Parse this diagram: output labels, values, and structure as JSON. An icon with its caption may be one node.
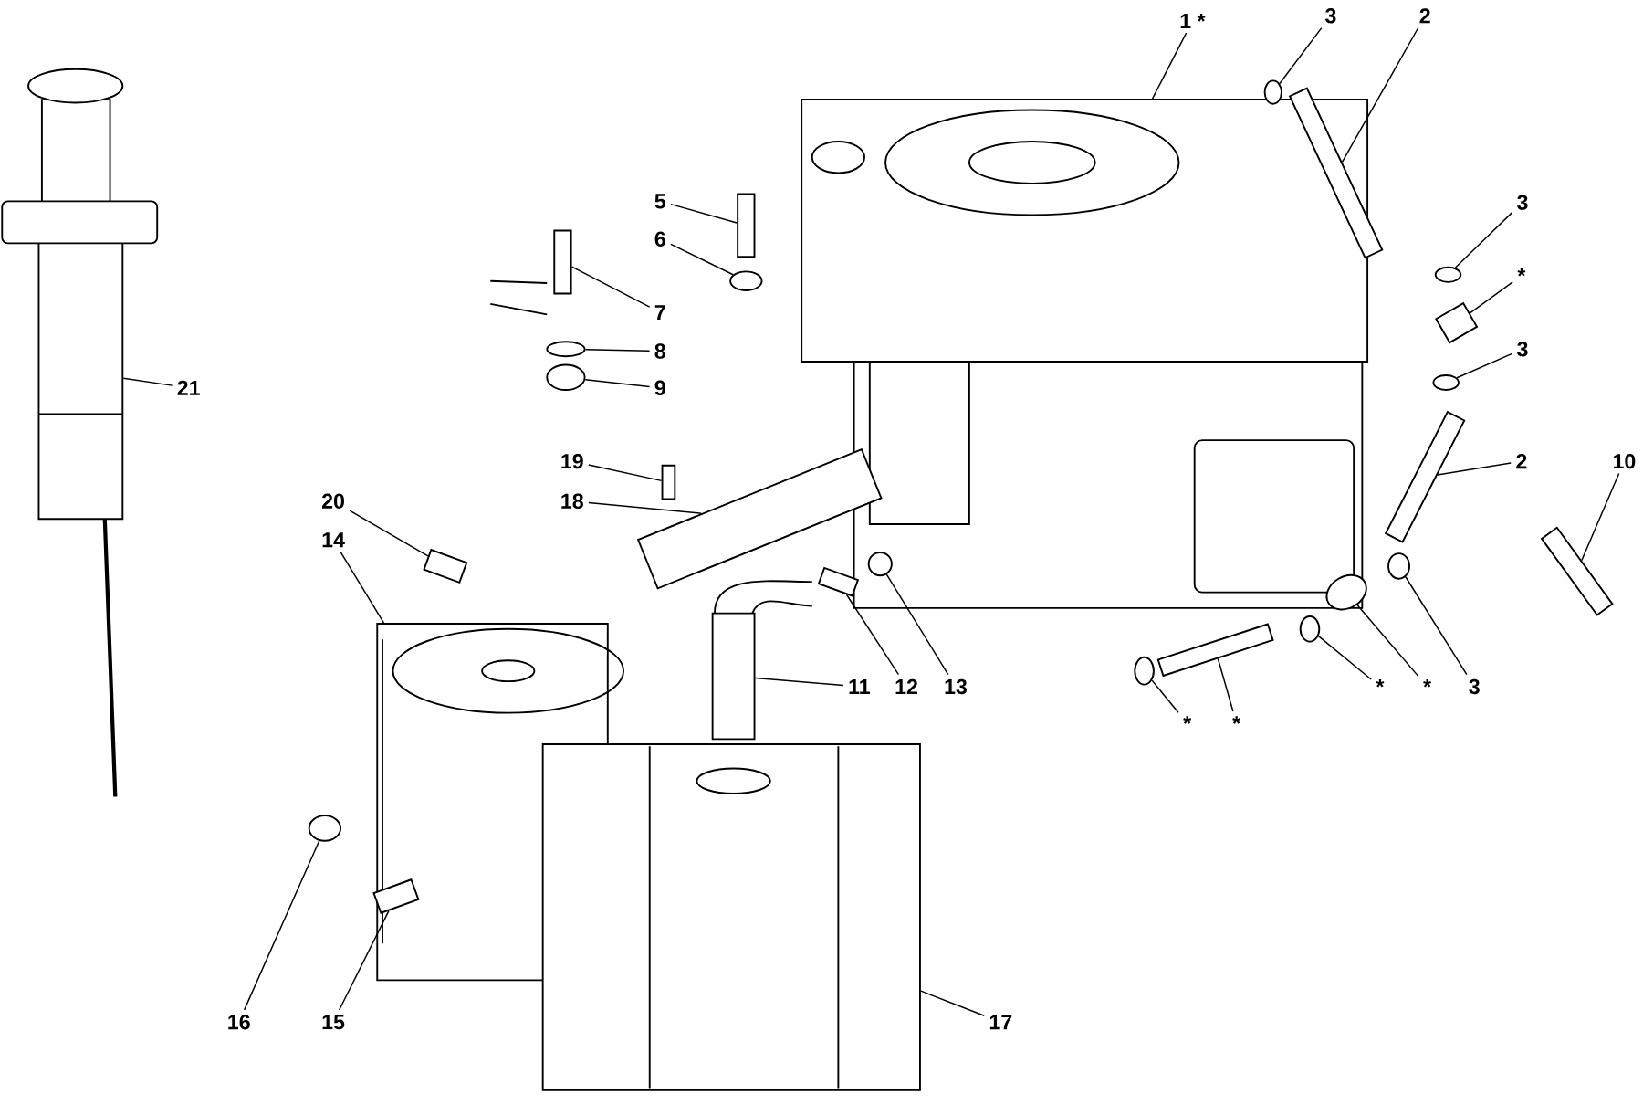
{
  "diagram": {
    "nodes": [
      {
        "text": [
          "1 *"
        ]
      },
      {
        "text": [],
        "shape": "picture"
      },
      {
        "text": [
          "3"
        ]
      },
      {
        "text": [],
        "shape": "circle"
      },
      {
        "text": [
          "2"
        ]
      },
      {
        "text": [],
        "shape": "box"
      },
      {
        "text": [
          "3"
        ]
      },
      {
        "text": [],
        "shape": "circle"
      },
      {
        "text": [
          "*"
        ]
      },
      {
        "text": [],
        "shape": "box"
      },
      {
        "text": [
          "3"
        ]
      },
      {
        "text": [],
        "shape": "circle"
      },
      {
        "text": [
          "2"
        ]
      },
      {
        "text": [],
        "shape": "box"
      },
      {
        "text": [
          "10"
        ]
      },
      {
        "text": [],
        "shape": "box"
      },
      {
        "text": [
          "3"
        ]
      },
      {
        "text": [],
        "shape": "circle"
      },
      {
        "text": [
          "*"
        ]
      },
      {
        "text": [],
        "shape": "circle"
      },
      {
        "text": [
          "*"
        ]
      },
      {
        "text": [],
        "shape": "circle"
      },
      {
        "text": [
          "*"
        ]
      },
      {
        "text": [],
        "shape": "box"
      },
      {
        "text": [
          "*"
        ]
      },
      {
        "text": [],
        "shape": "circle"
      },
      {
        "text": [
          "5"
        ]
      },
      {
        "text": [],
        "shape": "box"
      },
      {
        "text": [
          "6"
        ]
      },
      {
        "text": [],
        "shape": "circle"
      },
      {
        "text": [
          "7"
        ]
      },
      {
        "text": [],
        "shape": "box"
      },
      {
        "text": [
          "8"
        ]
      },
      {
        "text": [],
        "shape": "circle"
      },
      {
        "text": [
          "9"
        ]
      },
      {
        "text": [],
        "shape": "circle"
      },
      {
        "text": [
          "19"
        ]
      },
      {
        "text": [],
        "shape": "box"
      },
      {
        "text": [
          "18"
        ]
      },
      {
        "text": [],
        "shape": "box"
      },
      {
        "text": [
          "20"
        ]
      },
      {
        "text": [],
        "shape": "box"
      },
      {
        "text": [
          "14"
        ]
      },
      {
        "text": [],
        "shape": "picture"
      },
      {
        "text": [
          "11"
        ]
      },
      {
        "text": [],
        "shape": "picture"
      },
      {
        "text": [
          "12"
        ]
      },
      {
        "text": [],
        "shape": "box"
      },
      {
        "text": [
          "13"
        ]
      },
      {
        "text": [],
        "shape": "circle"
      },
      {
        "text": [
          "21"
        ]
      },
      {
        "text": [],
        "shape": "picture"
      },
      {
        "text": [
          "16"
        ]
      },
      {
        "text": [],
        "shape": "circle"
      },
      {
        "text": [
          "15"
        ]
      },
      {
        "text": [],
        "shape": "box",
        "in": 43
      },
      {
        "text": [
          "17"
        ]
      },
      {
        "text": [],
        "shape": "picture"
      }
    ],
    "edges": [
      {
        "from": 0,
        "to": 1,
        "arrow": "none"
      },
      {
        "from": 2,
        "to": 3,
        "arrow": "none"
      },
      {
        "from": 4,
        "to": 5,
        "arrow": "none"
      },
      {
        "from": 6,
        "to": 7,
        "arrow": "none"
      },
      {
        "from": 8,
        "to": 9,
        "arrow": "none"
      },
      {
        "from": 10,
        "to": 11,
        "arrow": "none"
      },
      {
        "from": 12,
        "to": 13,
        "arrow": "none"
      },
      {
        "from": 14,
        "to": 15,
        "arrow": "none"
      },
      {
        "from": 16,
        "to": 17,
        "arrow": "none"
      },
      {
        "from": 18,
        "to": 19,
        "arrow": "none"
      },
      {
        "from": 20,
        "to": 21,
        "arrow": "none"
      },
      {
        "from": 22,
        "to": 23,
        "arrow": "none"
      },
      {
        "from": 24,
        "to": 25,
        "arrow": "none"
      },
      {
        "from": 26,
        "to": 27,
        "arrow": "none"
      },
      {
        "from": 28,
        "to": 29,
        "arrow": "none"
      },
      {
        "from": 30,
        "to": 31,
        "arrow": "none"
      },
      {
        "from": 32,
        "to": 33,
        "arrow": "none"
      },
      {
        "from": 34,
        "to": 35,
        "arrow": "none"
      },
      {
        "from": 36,
        "to": 37,
        "arrow": "none"
      },
      {
        "from": 38,
        "to": 39,
        "arrow": "none"
      },
      {
        "from": 40,
        "to": 41,
        "arrow": "none"
      },
      {
        "from": 42,
        "to": 43,
        "arrow": "none"
      },
      {
        "from": 44,
        "to": 45,
        "arrow": "none"
      },
      {
        "from": 46,
        "to": 47,
        "arrow": "none"
      },
      {
        "from": 48,
        "to": 49,
        "arrow": "none"
      },
      {
        "from": 50,
        "to": 51,
        "arrow": "none"
      },
      {
        "from": 52,
        "to": 53,
        "arrow": "none"
      },
      {
        "from": 54,
        "to": 55,
        "arrow": "none"
      },
      {
        "from": 56,
        "to": 57,
        "arrow": "none"
      }
    ]
  }
}
